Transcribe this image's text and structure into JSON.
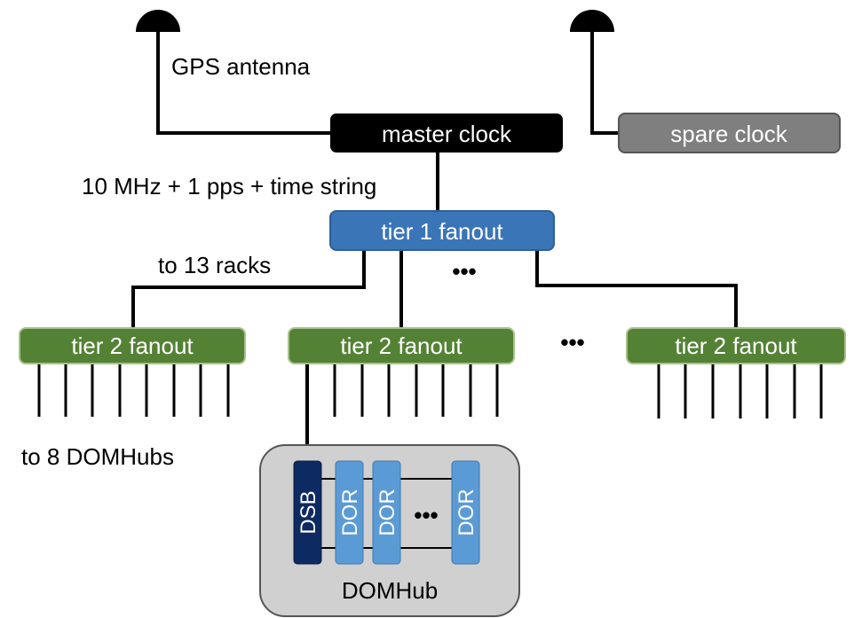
{
  "labels": {
    "gps_antenna": "GPS antenna",
    "master_clock": "master clock",
    "spare_clock": "spare clock",
    "signal": "10 MHz + 1 pps + time string",
    "tier1": "tier 1 fanout",
    "to_racks": "to 13 racks",
    "tier2": [
      "tier 2 fanout",
      "tier 2 fanout",
      "tier 2 fanout"
    ],
    "ellipsis": "•••",
    "to_domhubs": "to 8 DOMHubs",
    "dsb": "DSB",
    "dor": [
      "DOR",
      "DOR",
      "DOR"
    ],
    "domhub": "DOMHub"
  },
  "colors": {
    "master_fill": "#000000",
    "spare_fill": "#7f7f7f",
    "tier1_fill": "#3a75b8",
    "tier2_fill": "#548235",
    "tier2_border": "#a9c08c",
    "dsb_fill": "#0d2a62",
    "dor_fill": "#5b9bd5",
    "domhub_fill": "#d0d0d0",
    "line": "#000000"
  }
}
